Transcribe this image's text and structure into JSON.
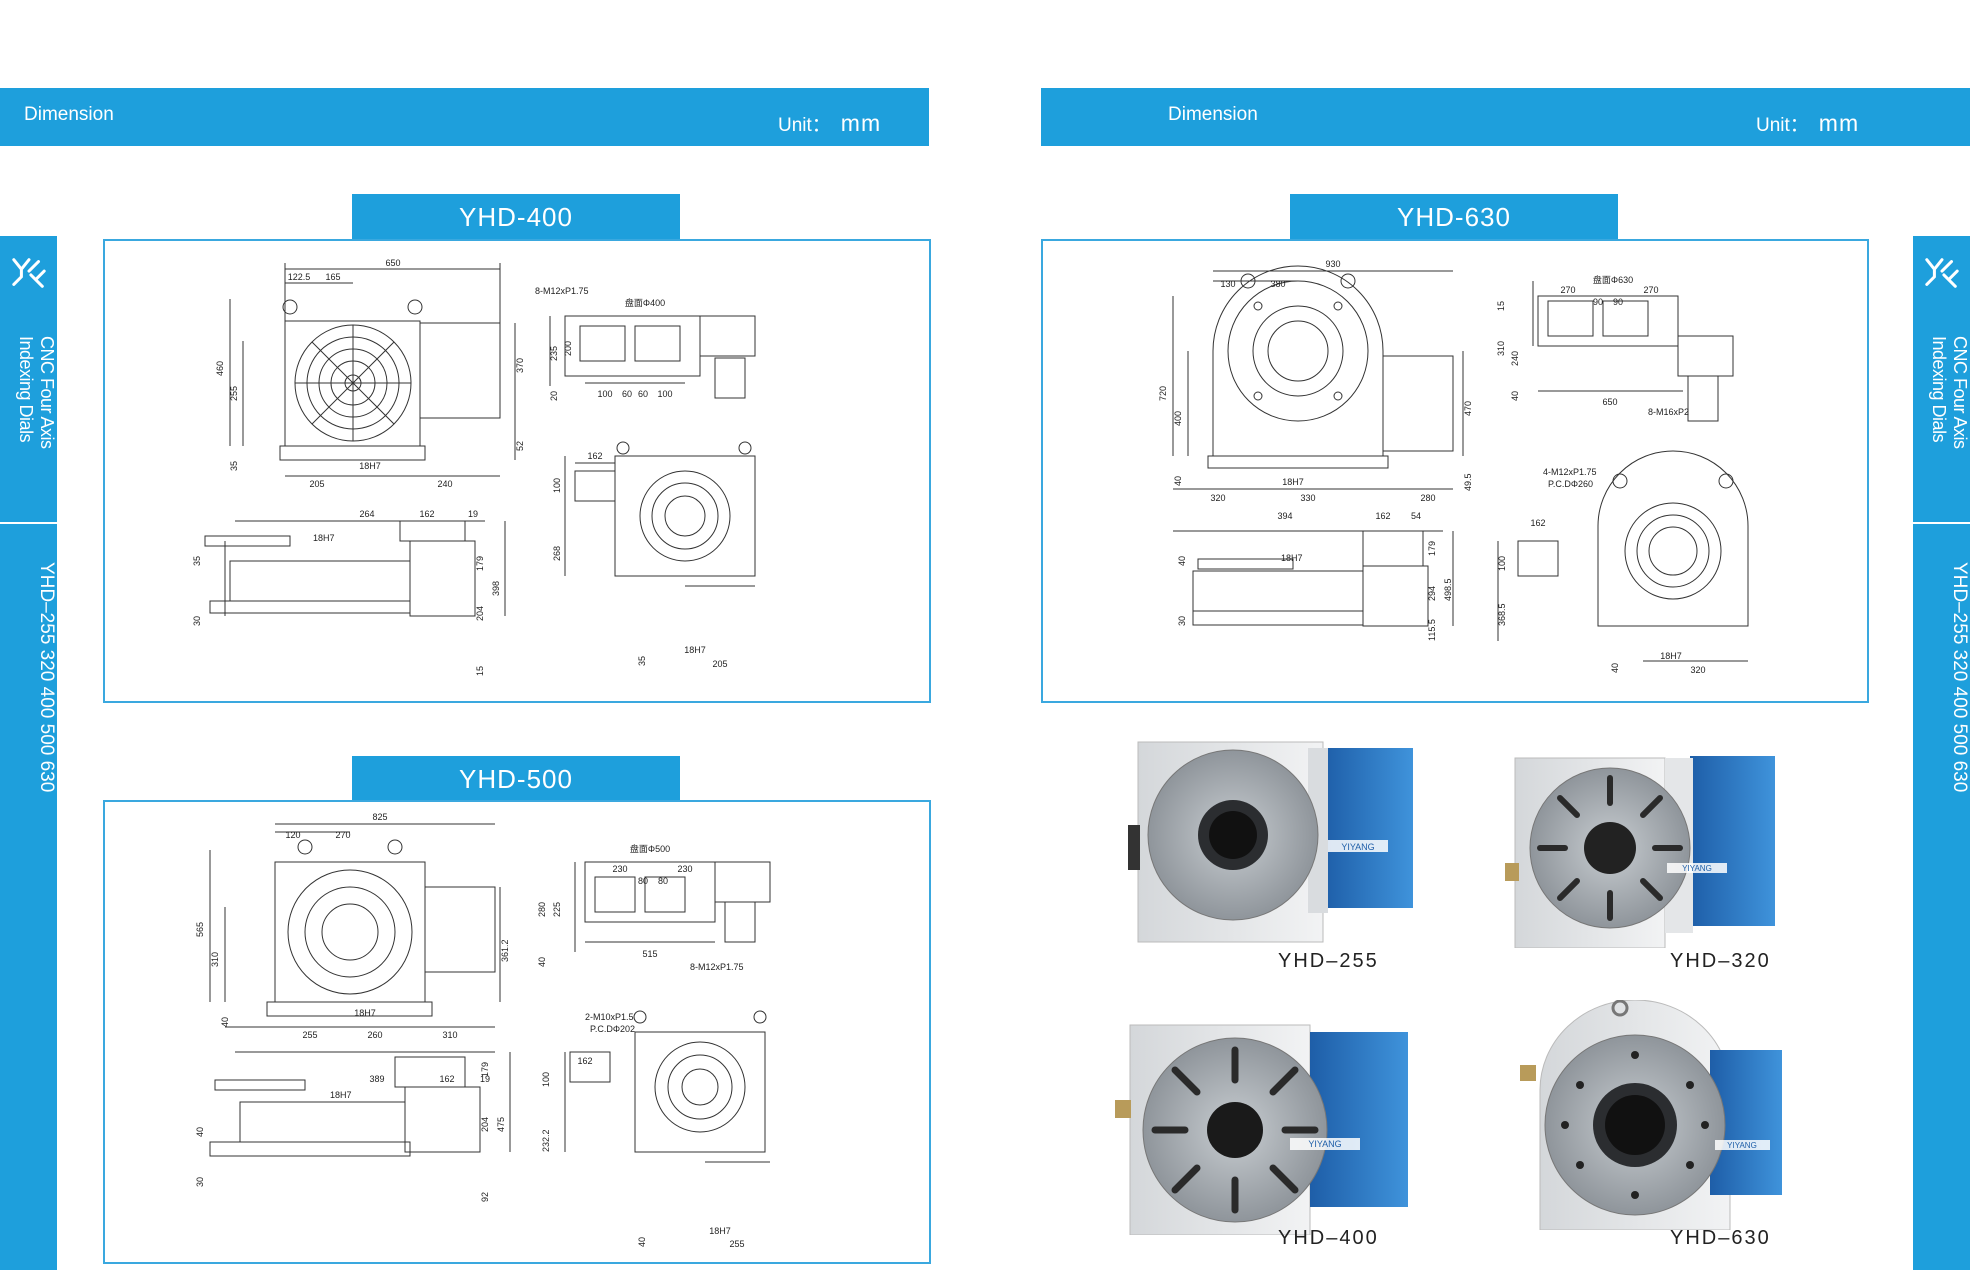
{
  "header_left": {
    "title": "Dimension",
    "unit_label": "Unit：",
    "unit_value": "mm"
  },
  "header_right": {
    "title": "Dimension",
    "unit_label": "Unit：",
    "unit_value": "mm"
  },
  "side_tab": {
    "product_line": "CNC Four Axis Indexing Dials",
    "models": "YHD–255   320   400   500   630"
  },
  "drawings": {
    "yhd400": {
      "title": "YHD-400",
      "top": [
        "650",
        "122.5",
        "165"
      ],
      "left": [
        "460",
        "255",
        "35"
      ],
      "right": [
        "370",
        "52"
      ],
      "bottom": [
        "205",
        "18H7",
        "240"
      ],
      "side_view": [
        "264",
        "162",
        "19",
        "35",
        "30",
        "18H7",
        "179",
        "398",
        "204",
        "15"
      ],
      "front_view": [
        "8-M12xP1.75",
        "盘面Φ400",
        "235",
        "200",
        "20",
        "100",
        "60",
        "60",
        "100"
      ],
      "rear_view": [
        "162",
        "100",
        "268",
        "35",
        "18H7",
        "205"
      ]
    },
    "yhd500": {
      "title": "YHD-500",
      "top": [
        "825",
        "120",
        "270"
      ],
      "left": [
        "565",
        "310"
      ],
      "right": [
        "361.2"
      ],
      "bottom": [
        "40",
        "255",
        "18H7",
        "260",
        "310"
      ],
      "side_view": [
        "389",
        "162",
        "19",
        "40",
        "30",
        "18H7",
        "179",
        "204",
        "475",
        "92"
      ],
      "front_view": [
        "盘面Φ500",
        "230",
        "80",
        "80",
        "230",
        "280",
        "225",
        "40",
        "515",
        "8-M12xP1.75"
      ],
      "rear_view": [
        "2-M10xP1.5",
        "P.C.DΦ202",
        "162",
        "100",
        "232.2",
        "40",
        "18H7",
        "255"
      ]
    },
    "yhd630": {
      "title": "YHD-630",
      "top": [
        "930",
        "130",
        "380"
      ],
      "left": [
        "720",
        "400"
      ],
      "right": [
        "470"
      ],
      "bottom": [
        "40",
        "320",
        "18H7",
        "330",
        "280",
        "49.5"
      ],
      "side_view": [
        "394",
        "162",
        "54",
        "40",
        "30",
        "18H7",
        "179",
        "294",
        "498.5",
        "115.5"
      ],
      "front_view": [
        "盘面Φ630",
        "270",
        "90",
        "90",
        "270",
        "15",
        "310",
        "240",
        "40",
        "650",
        "8-M16xP2"
      ],
      "rear_view": [
        "4-M12xP1.75",
        "P.C.DΦ260",
        "162",
        "100",
        "368.5",
        "40",
        "18H7",
        "320"
      ]
    }
  },
  "photos": [
    {
      "caption": "YHD–255",
      "brand": "YIYANG"
    },
    {
      "caption": "YHD–320",
      "brand": "YIYANG"
    },
    {
      "caption": "YHD–400",
      "brand": "YIYANG"
    },
    {
      "caption": "YHD–630",
      "brand": "YIYANG"
    }
  ],
  "colors": {
    "accent": "#1e9fdc",
    "frame": "#3aa8df",
    "motor_blue": "#2f7fc8",
    "body_grey": "#e6e8ea",
    "plate_steel": "#a9aeb3"
  }
}
